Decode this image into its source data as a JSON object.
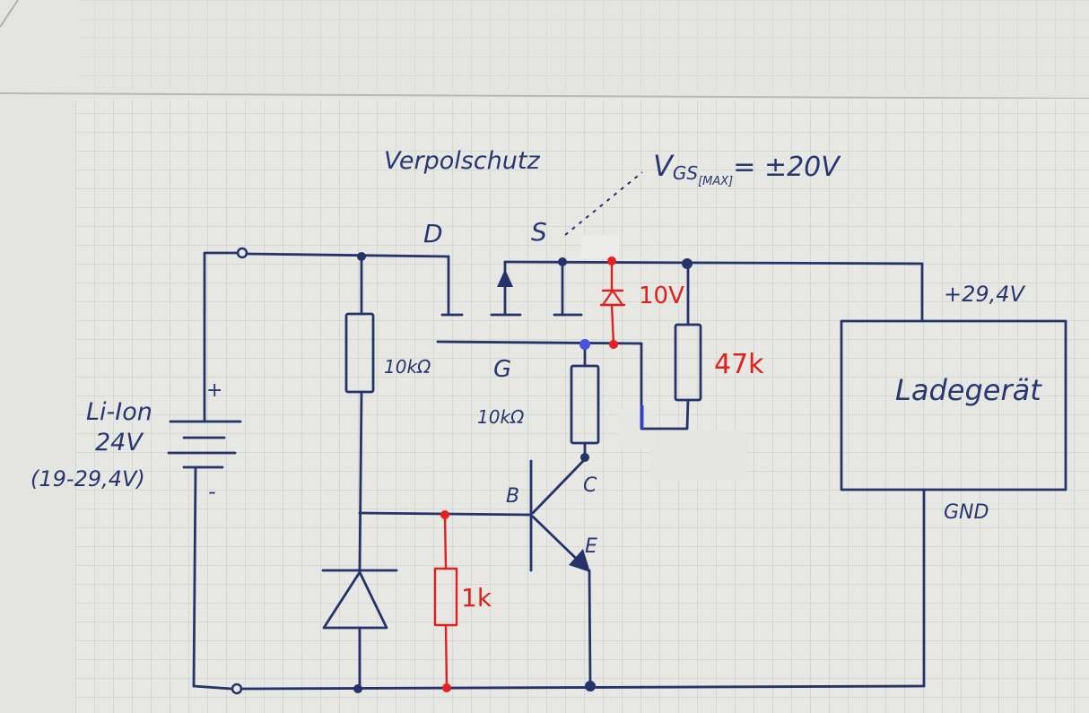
{
  "title": "Verpolschutz",
  "vgs_note": "= ±20V",
  "vgs_label": "V",
  "vgs_sub": "GS",
  "vgs_subsub": "[MAX]",
  "mosfet": {
    "drain": "D",
    "source": "S",
    "gate": "G"
  },
  "battery": {
    "name": "Li-Ion",
    "voltage": "24V",
    "range": "(19-29,4V)",
    "plus": "+",
    "minus": "-"
  },
  "resistors": {
    "r_left": "10kΩ",
    "r_gate": "10kΩ",
    "r_47k": "47k",
    "r_1k": "1k"
  },
  "zener": "10V",
  "transistor": {
    "base": "B",
    "collector": "C",
    "emitter": "E"
  },
  "charger": {
    "name": "Ladegerät",
    "plus": "+29,4V",
    "gnd": "GND"
  },
  "colors": {
    "ink": "#26336a",
    "correction": "#e0201c",
    "gate_mark": "#3344dd",
    "paper": "#e6e6e2"
  }
}
